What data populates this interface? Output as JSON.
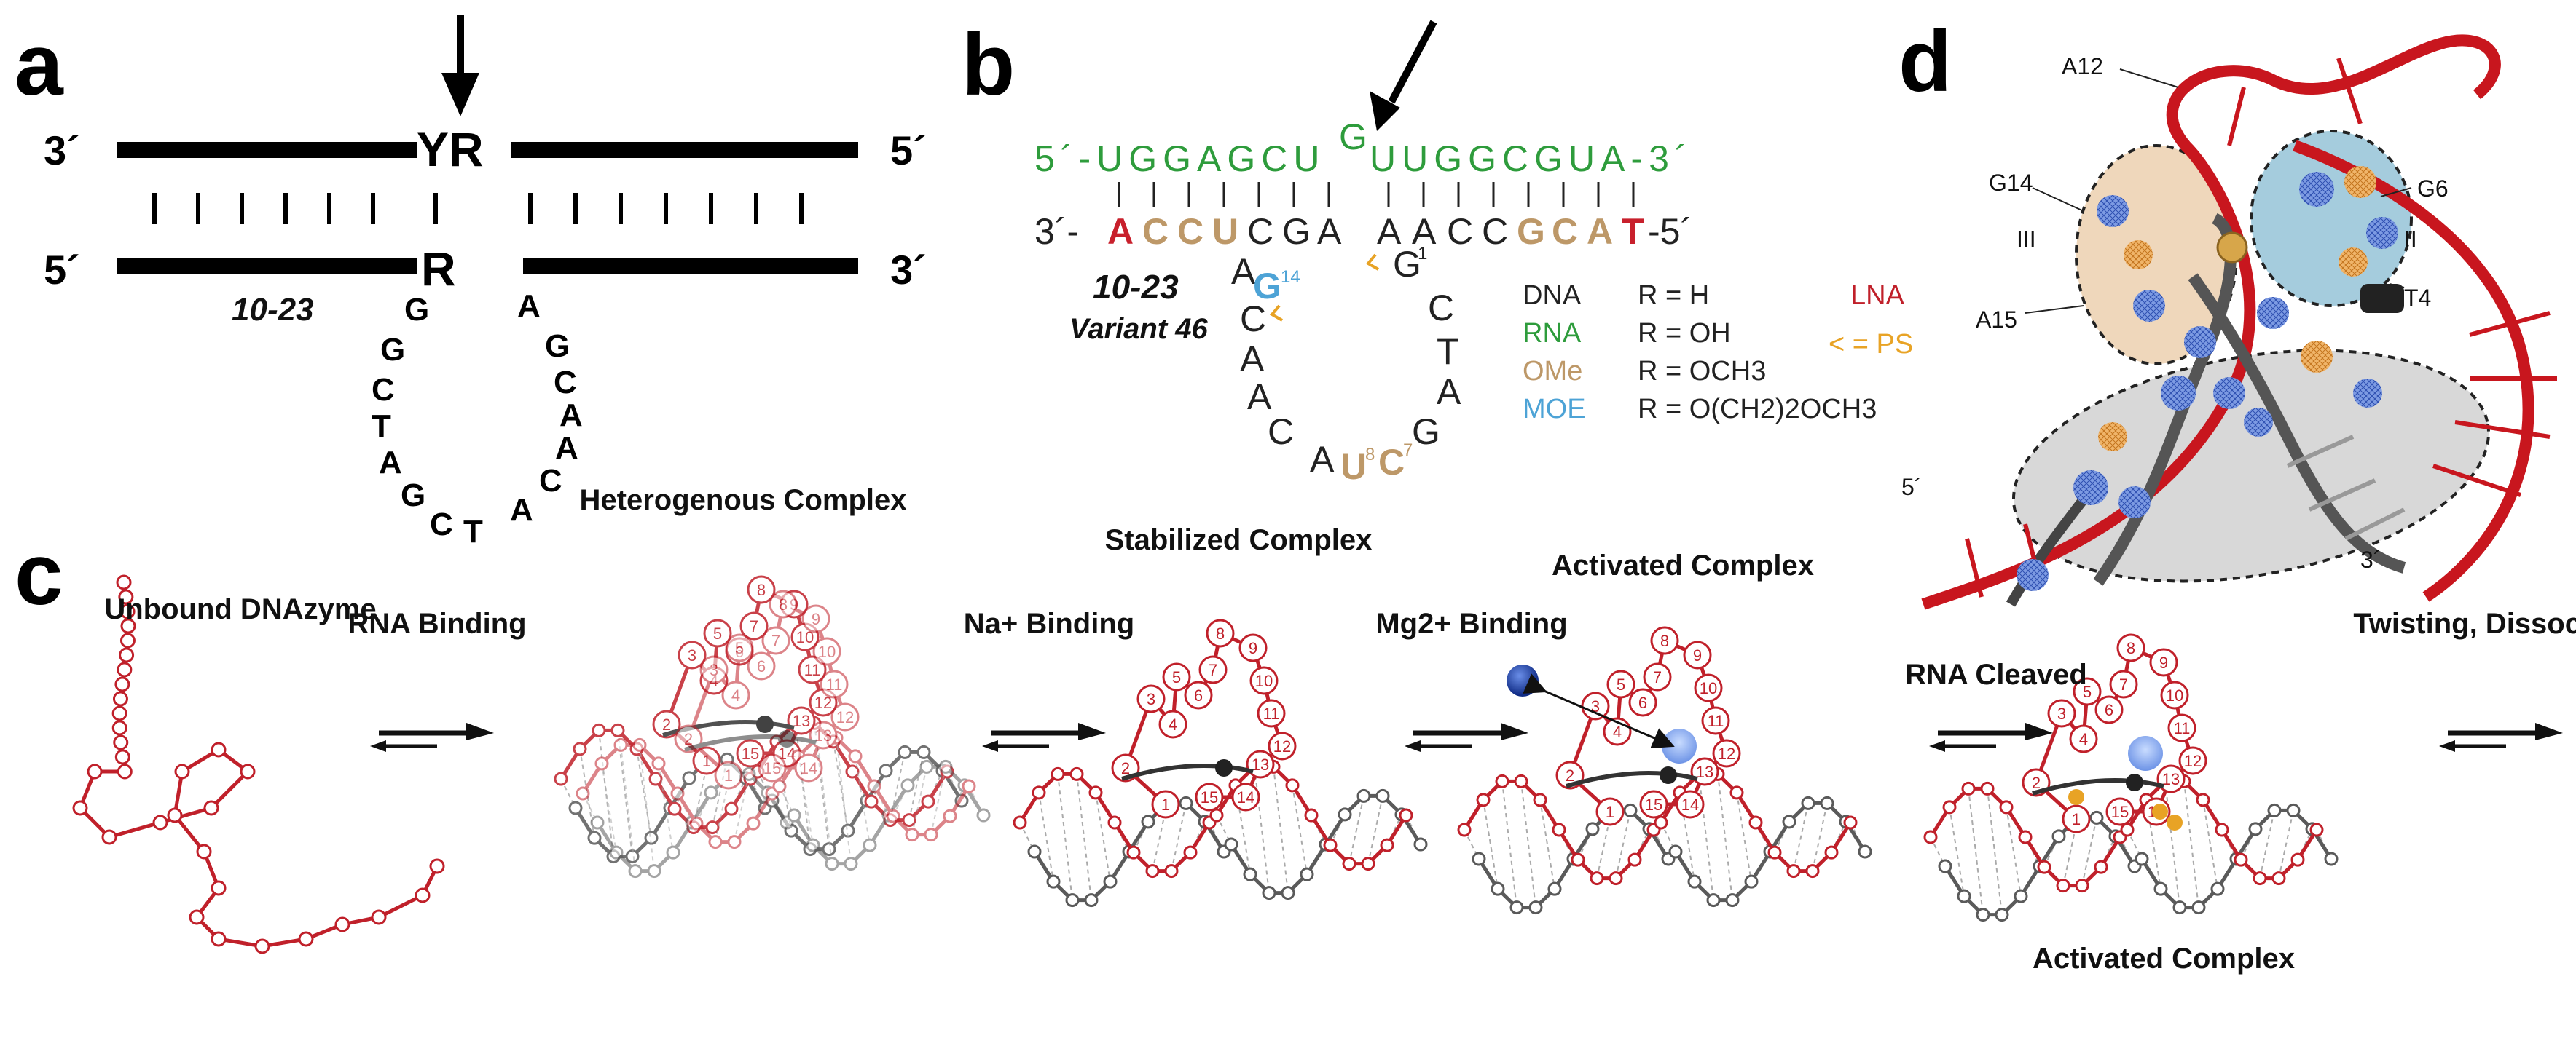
{
  "panels": {
    "a": {
      "letter": "a",
      "top_left_end": "3´",
      "top_right_end": "5´",
      "bottom_left_end": "5´",
      "bottom_right_end": "3´",
      "top_site": "YR",
      "bottom_site": "R",
      "enzyme_name": "10-23",
      "loop_left_bases": [
        "G",
        "G",
        "C",
        "T",
        "A",
        "G",
        "C",
        "T"
      ],
      "loop_right_bases": [
        "A",
        "G",
        "C",
        "A",
        "A",
        "C",
        "A"
      ]
    },
    "b": {
      "letter": "b",
      "rna_strand": "5´-UGGAGCU",
      "rna_g": "G",
      "rna_strand_right": "UUGGCGUA-3´",
      "dna_prefix": "3´-",
      "dna_left": [
        {
          "b": "A",
          "c": "lna"
        },
        {
          "b": "C",
          "c": "ome"
        },
        {
          "b": "C",
          "c": "ome"
        },
        {
          "b": "U",
          "c": "ome"
        },
        {
          "b": "C",
          "c": "dna"
        },
        {
          "b": "G",
          "c": "dna"
        },
        {
          "b": "A",
          "c": "dna"
        }
      ],
      "dna_right": [
        {
          "b": "A",
          "c": "dna"
        },
        {
          "b": "A",
          "c": "dna"
        },
        {
          "b": "C",
          "c": "dna"
        },
        {
          "b": "C",
          "c": "dna"
        },
        {
          "b": "G",
          "c": "ome"
        },
        {
          "b": "C",
          "c": "ome"
        },
        {
          "b": "A",
          "c": "ome"
        },
        {
          "b": "T",
          "c": "lna"
        }
      ],
      "dna_suffix": "-5´",
      "enzyme_name": "10-23",
      "variant_name": "Variant 46",
      "loop_right": [
        "G",
        "C",
        "T",
        "A",
        "G"
      ],
      "loop_bottom": [
        "U",
        "C"
      ],
      "loop_left": [
        "A",
        "C",
        "A",
        "A",
        "C",
        "A",
        "G"
      ],
      "loop_left_first": "A",
      "g1_sup": "1",
      "g14_sup": "14",
      "u8_sup": "8",
      "c7_sup": "7",
      "legend": [
        {
          "name": "DNA",
          "formula": "R = H",
          "color": "#222222"
        },
        {
          "name": "RNA",
          "formula": "R = OH",
          "color": "#2e9c3c"
        },
        {
          "name": "OMe",
          "formula": "R = OCH3",
          "color": "#bd9868"
        },
        {
          "name": "MOE",
          "formula": "R = O(CH2)2OCH3",
          "color": "#4da3d6"
        }
      ],
      "lna_label": "LNA",
      "ps_label": "< = PS"
    },
    "c": {
      "letter": "c",
      "stages": [
        {
          "title": "Unbound DNAzyme"
        },
        {
          "title": "Heterogenous Complex"
        },
        {
          "title": "Stabilized Complex"
        },
        {
          "title": "Activated Complex"
        },
        {
          "title": "Activated Complex"
        }
      ],
      "transitions": [
        {
          "label": "RNA Binding"
        },
        {
          "label": "Na+ Binding"
        },
        {
          "label": "Mg2+ Binding"
        },
        {
          "label": "RNA Cleaved"
        },
        {
          "label": "Twisting, Dissociation"
        }
      ],
      "loop_numbers": [
        "1",
        "2",
        "3",
        "4",
        "5",
        "6",
        "7",
        "8",
        "9",
        "10",
        "11",
        "12",
        "13",
        "14",
        "15"
      ]
    },
    "d": {
      "letter": "d",
      "labels": [
        "A12",
        "G14",
        "III",
        "A15",
        "G6",
        "II",
        "T4",
        "5´",
        "3´"
      ]
    }
  },
  "colors": {
    "red": "#c0202a",
    "dna_red": "#c8202c",
    "green": "#2e9c3c",
    "tan": "#bd9868",
    "blue": "#4da3d6",
    "gray": "#555555",
    "orange": "#e8a325"
  }
}
